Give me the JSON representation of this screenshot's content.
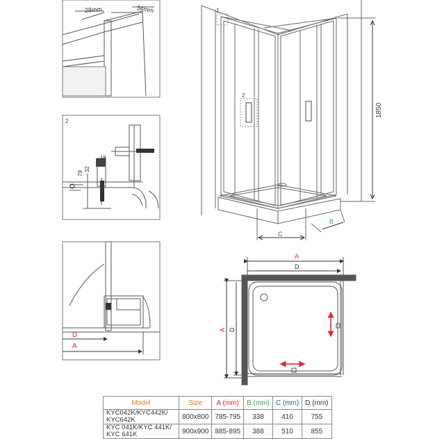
{
  "details": {
    "detail1": {
      "dim_width": "28mm",
      "dim_depth": "34mm"
    },
    "detail2": {
      "number": "2",
      "dim_18": "18",
      "dim_32": "32",
      "dim_79": "79"
    },
    "detail3": {
      "label_d": "D",
      "label_a": "A"
    }
  },
  "elevation": {
    "callout_1": "1",
    "callout_2": "2",
    "height": "1850",
    "label_c": "C",
    "label_b": "B"
  },
  "plan": {
    "label_a_top": "A",
    "label_d_top": "D",
    "label_a_side": "A",
    "label_d_side": "D"
  },
  "table": {
    "headers": [
      "Model",
      "Size",
      "A (mm)",
      "B (mm)",
      "C (mm)",
      "D (mm)"
    ],
    "header_colors": [
      "#e87722",
      "#e87722",
      "#e8242c",
      "#3aa935",
      "#2b4fa0",
      "#333333"
    ],
    "rows": [
      {
        "model": [
          "KYC042K/KYC442K/",
          "KYC642K"
        ],
        "size": "800x800",
        "a": "785-795",
        "b": "338",
        "c": "410",
        "d": "755"
      },
      {
        "model": [
          "KYC 041K/KYC 441K/",
          "KYC 641K"
        ],
        "size": "900x900",
        "a": "885-895",
        "b": "388",
        "c": "510",
        "d": "855"
      }
    ]
  },
  "colors": {
    "line": "#555555",
    "dim": "#333333",
    "arrow_red": "#e8242c",
    "accent_green": "#3aa935"
  }
}
